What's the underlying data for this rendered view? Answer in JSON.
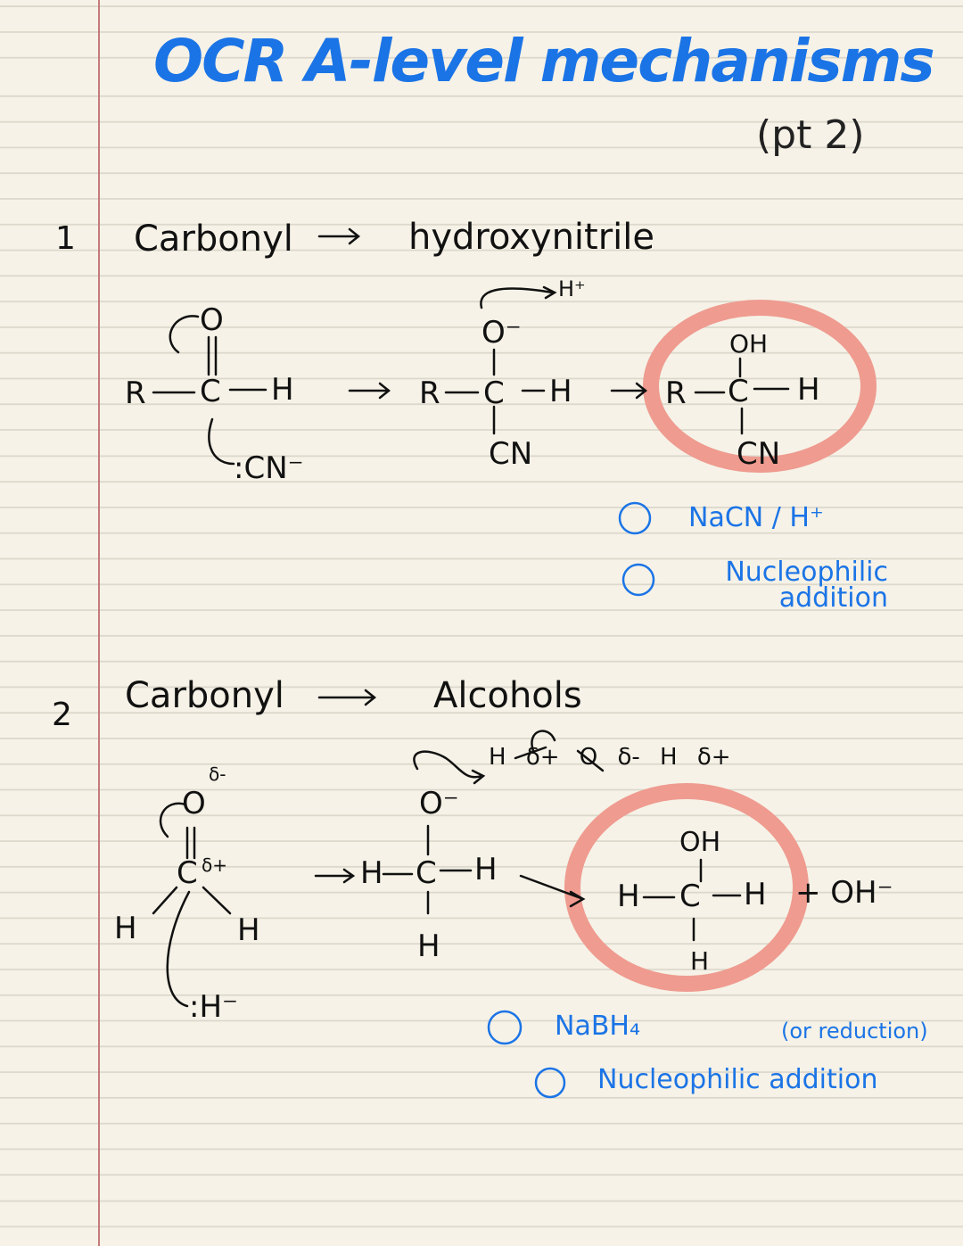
{
  "title": "OCR A-level mechanisms",
  "subtitle": "(pt 2)",
  "sections": [
    {
      "number": "1",
      "from": "Carbonyl",
      "arrow": "→",
      "to": "hydroxynitrile",
      "reactant": {
        "R": "R",
        "C": "C",
        "H": "H",
        "O": "O",
        "nucleophile": ":CN⁻"
      },
      "intermediate": {
        "R": "R",
        "C": "C",
        "H": "H",
        "O": "O⁻",
        "CN": "CN",
        "proton": "H⁺"
      },
      "product": {
        "R": "R",
        "C": "C",
        "H": "H",
        "OH": "OH",
        "CN": "CN"
      },
      "notes": [
        "NaCN / H⁺",
        "Nucleophilic addition"
      ]
    },
    {
      "number": "2",
      "from": "Carbonyl",
      "arrow": "⟶",
      "to": "Alcohols",
      "reactant": {
        "O": "O",
        "delta_minus": "δ-",
        "C": "C",
        "delta_plus": "δ+",
        "H1": "H",
        "H2": "H",
        "nucleophile": ":H⁻"
      },
      "intermediate": {
        "O": "O⁻",
        "H1": "H",
        "C": "C",
        "H2": "H",
        "H3": "H",
        "water": "H δ+  O δ-  H δ+"
      },
      "product": {
        "OH": "OH",
        "H1": "H",
        "C": "C",
        "H2": "H",
        "H3": "H",
        "byproduct": "+ OH⁻"
      },
      "notes": [
        "NaBH₄",
        "(or reduction)",
        "Nucleophilic addition"
      ]
    }
  ],
  "colors": {
    "ink": "#111111",
    "blue": "#1b74e6",
    "highlight": "#ef9b90",
    "paper": "#f6f2e7",
    "rule": "#dcd8cc",
    "margin": "#c47a7a"
  }
}
